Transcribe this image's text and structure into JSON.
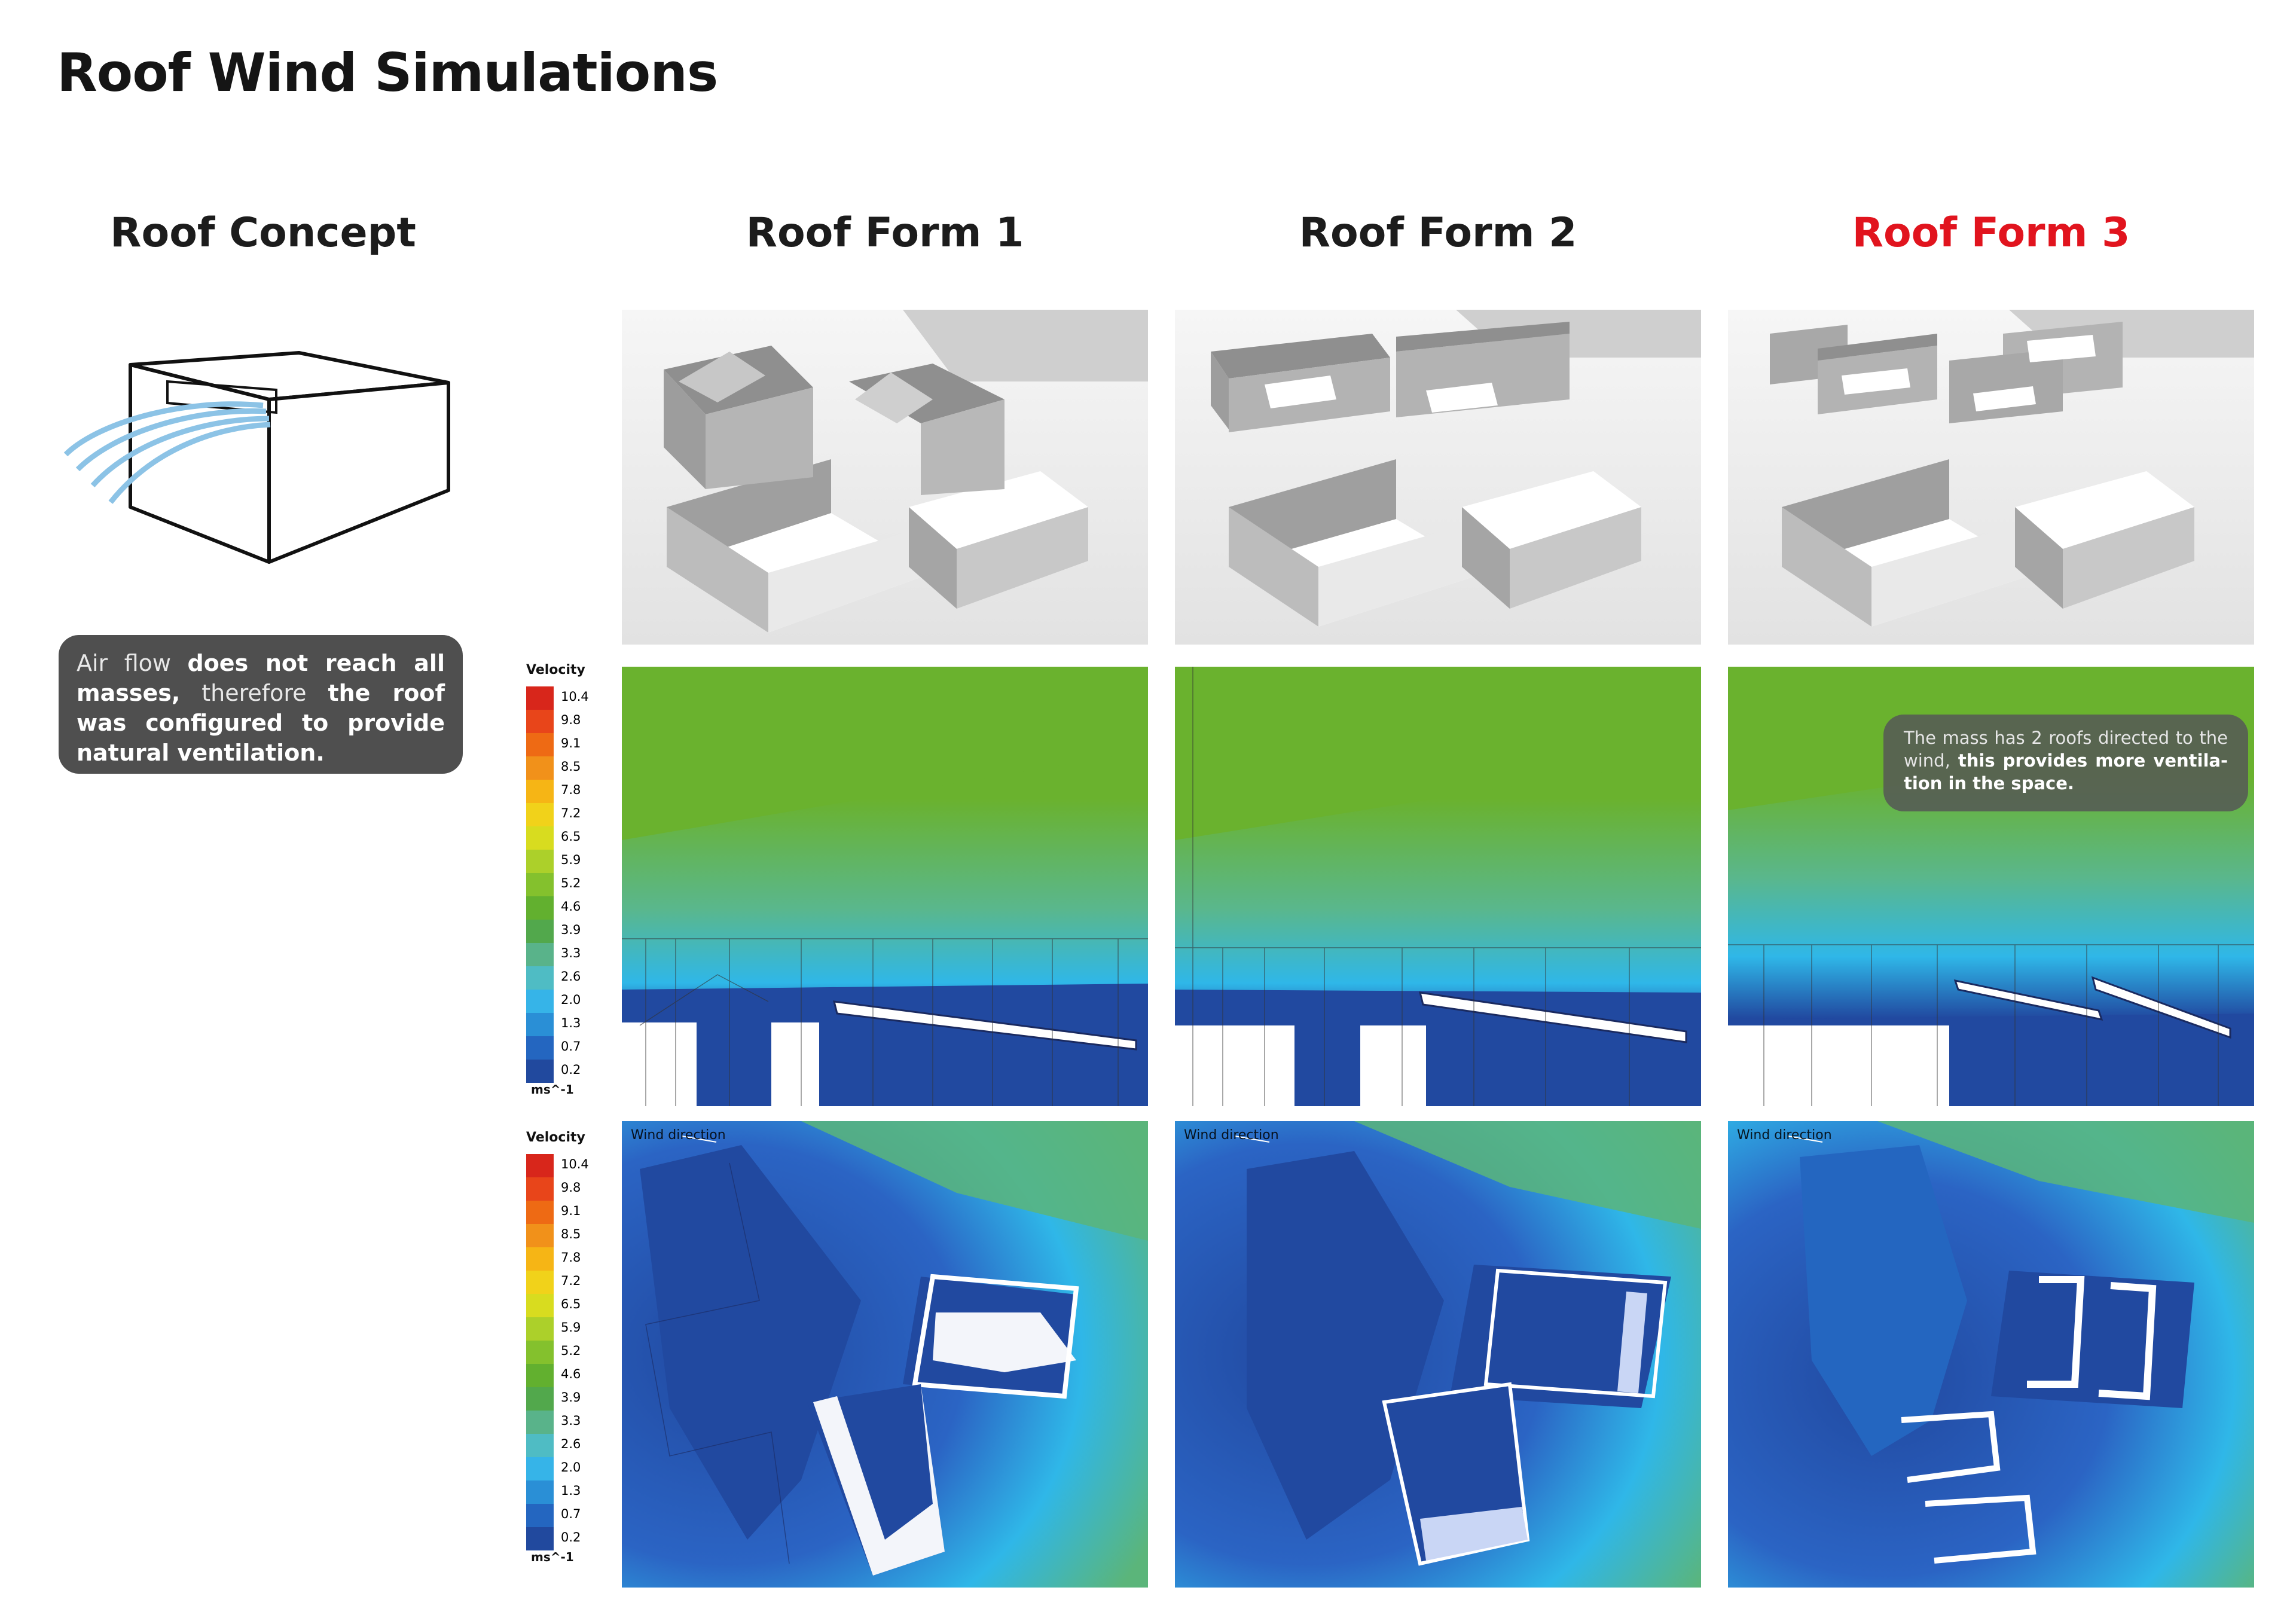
{
  "title": "Roof Wind Simulations",
  "columns": [
    {
      "heading": "Roof Concept"
    },
    {
      "heading": "Roof Form 1"
    },
    {
      "heading": "Roof Form 2"
    },
    {
      "heading": "Roof Form 3"
    }
  ],
  "concept_note": {
    "parts": [
      {
        "text": "Air flow ",
        "weight": "light"
      },
      {
        "text": "does not reach all masses,",
        "weight": "bold"
      },
      {
        "text": " therefore ",
        "weight": "light"
      },
      {
        "text": "the roof was configured to provide natural ventilation.",
        "weight": "bold"
      }
    ]
  },
  "form3_note": {
    "parts": [
      {
        "text": "The mass has 2 roofs directed to the wind,",
        "weight": "light"
      },
      {
        "text": " this provides more ventila-tion in the space.",
        "weight": "bold"
      }
    ]
  },
  "legend": {
    "title": "Velocity",
    "unit": "ms^-1",
    "values": [
      "10.4",
      "9.8",
      "9.1",
      "8.5",
      "7.8",
      "7.2",
      "6.5",
      "5.9",
      "5.2",
      "4.6",
      "3.9",
      "3.3",
      "2.6",
      "2.0",
      "1.3",
      "0.7",
      "0.2"
    ],
    "colors": [
      "#d8261b",
      "#e8451a",
      "#ee6a14",
      "#f1911a",
      "#f6b515",
      "#f1d21a",
      "#d8dc1f",
      "#acd02a",
      "#84c12d",
      "#62b02f",
      "#52a84c",
      "#59b38a",
      "#4fbcc4",
      "#36b4e8",
      "#2a8fd6",
      "#2466c0",
      "#21499e"
    ]
  },
  "wind_direction_label": "Wind direction",
  "colors": {
    "accent_red": "#e1141e",
    "note_bg": "#4f4f4f",
    "sim_green": "#6ab22e",
    "sim_blue": "#2149a0",
    "sim_cyan": "#2fb7e8"
  }
}
